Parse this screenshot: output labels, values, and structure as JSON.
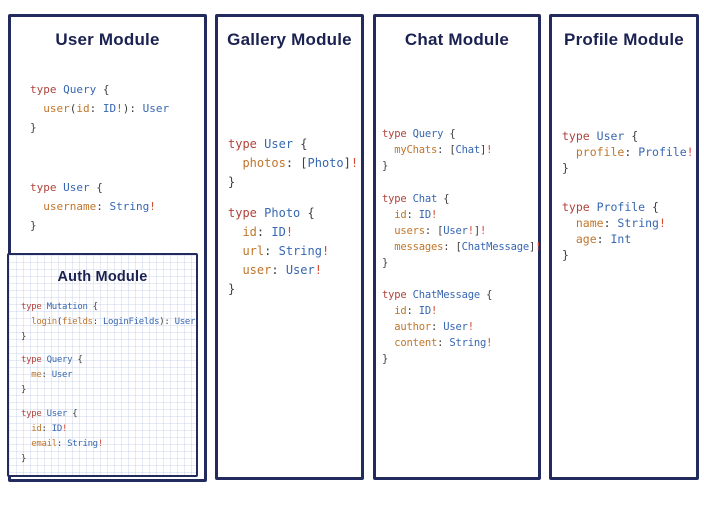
{
  "colors": {
    "box_border": "#232a5e",
    "title_text": "#1b2150",
    "code_keyword": "#b0433b",
    "code_type": "#3767b1",
    "code_field": "#c0762c",
    "code_bang": "#d14b35",
    "code_punct": "#3f3f3f",
    "auth_grid_line": "#a7b6d6"
  },
  "modules": [
    {
      "id": "user",
      "title": "User Module",
      "blocks": [
        [
          [
            [
              "type",
              "kw"
            ],
            [
              " ",
              "pu"
            ],
            [
              "Query",
              "ty"
            ],
            [
              " {",
              "pu"
            ]
          ],
          [
            [
              "  ",
              "pu"
            ],
            [
              "user",
              "fl"
            ],
            [
              "(",
              "pu"
            ],
            [
              "id",
              "fl"
            ],
            [
              ": ",
              "pu"
            ],
            [
              "ID",
              "ty"
            ],
            [
              "!",
              "bg"
            ],
            [
              "): ",
              "pu"
            ],
            [
              "User",
              "ty"
            ]
          ],
          [
            [
              "}",
              "pu"
            ]
          ]
        ],
        [
          [
            [
              "type",
              "kw"
            ],
            [
              " ",
              "pu"
            ],
            [
              "User",
              "ty"
            ],
            [
              " {",
              "pu"
            ]
          ],
          [
            [
              "  ",
              "pu"
            ],
            [
              "username",
              "fl"
            ],
            [
              ": ",
              "pu"
            ],
            [
              "String",
              "ty"
            ],
            [
              "!",
              "bg"
            ]
          ],
          [
            [
              "}",
              "pu"
            ]
          ]
        ]
      ]
    },
    {
      "id": "auth",
      "title": "Auth Module",
      "blocks": [
        [
          [
            [
              "type",
              "kw"
            ],
            [
              " ",
              "pu"
            ],
            [
              "Mutation",
              "ty"
            ],
            [
              " {",
              "pu"
            ]
          ],
          [
            [
              "  ",
              "pu"
            ],
            [
              "login",
              "fl"
            ],
            [
              "(",
              "pu"
            ],
            [
              "fields",
              "fl"
            ],
            [
              ": ",
              "pu"
            ],
            [
              "LoginFields",
              "ty"
            ],
            [
              "): ",
              "pu"
            ],
            [
              "User",
              "ty"
            ]
          ],
          [
            [
              "}",
              "pu"
            ]
          ]
        ],
        [
          [
            [
              "type",
              "kw"
            ],
            [
              " ",
              "pu"
            ],
            [
              "Query",
              "ty"
            ],
            [
              " {",
              "pu"
            ]
          ],
          [
            [
              "  ",
              "pu"
            ],
            [
              "me",
              "fl"
            ],
            [
              ": ",
              "pu"
            ],
            [
              "User",
              "ty"
            ]
          ],
          [
            [
              "}",
              "pu"
            ]
          ]
        ],
        [
          [
            [
              "type",
              "kw"
            ],
            [
              " ",
              "pu"
            ],
            [
              "User",
              "ty"
            ],
            [
              " {",
              "pu"
            ]
          ],
          [
            [
              "  ",
              "pu"
            ],
            [
              "id",
              "fl"
            ],
            [
              ": ",
              "pu"
            ],
            [
              "ID",
              "ty"
            ],
            [
              "!",
              "bg"
            ]
          ],
          [
            [
              "  ",
              "pu"
            ],
            [
              "email",
              "fl"
            ],
            [
              ": ",
              "pu"
            ],
            [
              "String",
              "ty"
            ],
            [
              "!",
              "bg"
            ]
          ],
          [
            [
              "}",
              "pu"
            ]
          ]
        ]
      ]
    },
    {
      "id": "gallery",
      "title": "Gallery Module",
      "blocks": [
        [
          [
            [
              "type",
              "kw"
            ],
            [
              " ",
              "pu"
            ],
            [
              "User",
              "ty"
            ],
            [
              " {",
              "pu"
            ]
          ],
          [
            [
              "  ",
              "pu"
            ],
            [
              "photos",
              "fl"
            ],
            [
              ": ",
              "pu"
            ],
            [
              "[",
              "pu"
            ],
            [
              "Photo",
              "ty"
            ],
            [
              "]",
              "pu"
            ],
            [
              "!",
              "bg"
            ]
          ],
          [
            [
              "}",
              "pu"
            ]
          ]
        ],
        [
          [
            [
              "type",
              "kw"
            ],
            [
              " ",
              "pu"
            ],
            [
              "Photo",
              "ty"
            ],
            [
              " {",
              "pu"
            ]
          ],
          [
            [
              "  ",
              "pu"
            ],
            [
              "id",
              "fl"
            ],
            [
              ": ",
              "pu"
            ],
            [
              "ID",
              "ty"
            ],
            [
              "!",
              "bg"
            ]
          ],
          [
            [
              "  ",
              "pu"
            ],
            [
              "url",
              "fl"
            ],
            [
              ": ",
              "pu"
            ],
            [
              "String",
              "ty"
            ],
            [
              "!",
              "bg"
            ]
          ],
          [
            [
              "  ",
              "pu"
            ],
            [
              "user",
              "fl"
            ],
            [
              ": ",
              "pu"
            ],
            [
              "User",
              "ty"
            ],
            [
              "!",
              "bg"
            ]
          ],
          [
            [
              "}",
              "pu"
            ]
          ]
        ]
      ]
    },
    {
      "id": "chat",
      "title": "Chat Module",
      "blocks": [
        [
          [
            [
              "type",
              "kw"
            ],
            [
              " ",
              "pu"
            ],
            [
              "Query",
              "ty"
            ],
            [
              " {",
              "pu"
            ]
          ],
          [
            [
              "  ",
              "pu"
            ],
            [
              "myChats",
              "fl"
            ],
            [
              ": ",
              "pu"
            ],
            [
              "[",
              "pu"
            ],
            [
              "Chat",
              "ty"
            ],
            [
              "]",
              "pu"
            ],
            [
              "!",
              "bg"
            ]
          ],
          [
            [
              "}",
              "pu"
            ]
          ]
        ],
        [
          [
            [
              "type",
              "kw"
            ],
            [
              " ",
              "pu"
            ],
            [
              "Chat",
              "ty"
            ],
            [
              " {",
              "pu"
            ]
          ],
          [
            [
              "  ",
              "pu"
            ],
            [
              "id",
              "fl"
            ],
            [
              ": ",
              "pu"
            ],
            [
              "ID",
              "ty"
            ],
            [
              "!",
              "bg"
            ]
          ],
          [
            [
              "  ",
              "pu"
            ],
            [
              "users",
              "fl"
            ],
            [
              ": ",
              "pu"
            ],
            [
              "[",
              "pu"
            ],
            [
              "User",
              "ty"
            ],
            [
              "!",
              "bg"
            ],
            [
              "]",
              "pu"
            ],
            [
              "!",
              "bg"
            ]
          ],
          [
            [
              "  ",
              "pu"
            ],
            [
              "messages",
              "fl"
            ],
            [
              ": ",
              "pu"
            ],
            [
              "[",
              "pu"
            ],
            [
              "ChatMessage",
              "ty"
            ],
            [
              "]",
              "pu"
            ],
            [
              "!",
              "bg"
            ]
          ],
          [
            [
              "}",
              "pu"
            ]
          ]
        ],
        [
          [
            [
              "type",
              "kw"
            ],
            [
              " ",
              "pu"
            ],
            [
              "ChatMessage",
              "ty"
            ],
            [
              " {",
              "pu"
            ]
          ],
          [
            [
              "  ",
              "pu"
            ],
            [
              "id",
              "fl"
            ],
            [
              ": ",
              "pu"
            ],
            [
              "ID",
              "ty"
            ],
            [
              "!",
              "bg"
            ]
          ],
          [
            [
              "  ",
              "pu"
            ],
            [
              "author",
              "fl"
            ],
            [
              ": ",
              "pu"
            ],
            [
              "User",
              "ty"
            ],
            [
              "!",
              "bg"
            ]
          ],
          [
            [
              "  ",
              "pu"
            ],
            [
              "content",
              "fl"
            ],
            [
              ": ",
              "pu"
            ],
            [
              "String",
              "ty"
            ],
            [
              "!",
              "bg"
            ]
          ],
          [
            [
              "}",
              "pu"
            ]
          ]
        ]
      ]
    },
    {
      "id": "profile",
      "title": "Profile Module",
      "blocks": [
        [
          [
            [
              "type",
              "kw"
            ],
            [
              " ",
              "pu"
            ],
            [
              "User",
              "ty"
            ],
            [
              " {",
              "pu"
            ]
          ],
          [
            [
              "  ",
              "pu"
            ],
            [
              "profile",
              "fl"
            ],
            [
              ": ",
              "pu"
            ],
            [
              "Profile",
              "ty"
            ],
            [
              "!",
              "bg"
            ]
          ],
          [
            [
              "}",
              "pu"
            ]
          ]
        ],
        [
          [
            [
              "type",
              "kw"
            ],
            [
              " ",
              "pu"
            ],
            [
              "Profile",
              "ty"
            ],
            [
              " {",
              "pu"
            ]
          ],
          [
            [
              "  ",
              "pu"
            ],
            [
              "name",
              "fl"
            ],
            [
              ": ",
              "pu"
            ],
            [
              "String",
              "ty"
            ],
            [
              "!",
              "bg"
            ]
          ],
          [
            [
              "  ",
              "pu"
            ],
            [
              "age",
              "fl"
            ],
            [
              ": ",
              "pu"
            ],
            [
              "Int",
              "ty"
            ]
          ],
          [
            [
              "}",
              "pu"
            ]
          ]
        ]
      ]
    }
  ]
}
